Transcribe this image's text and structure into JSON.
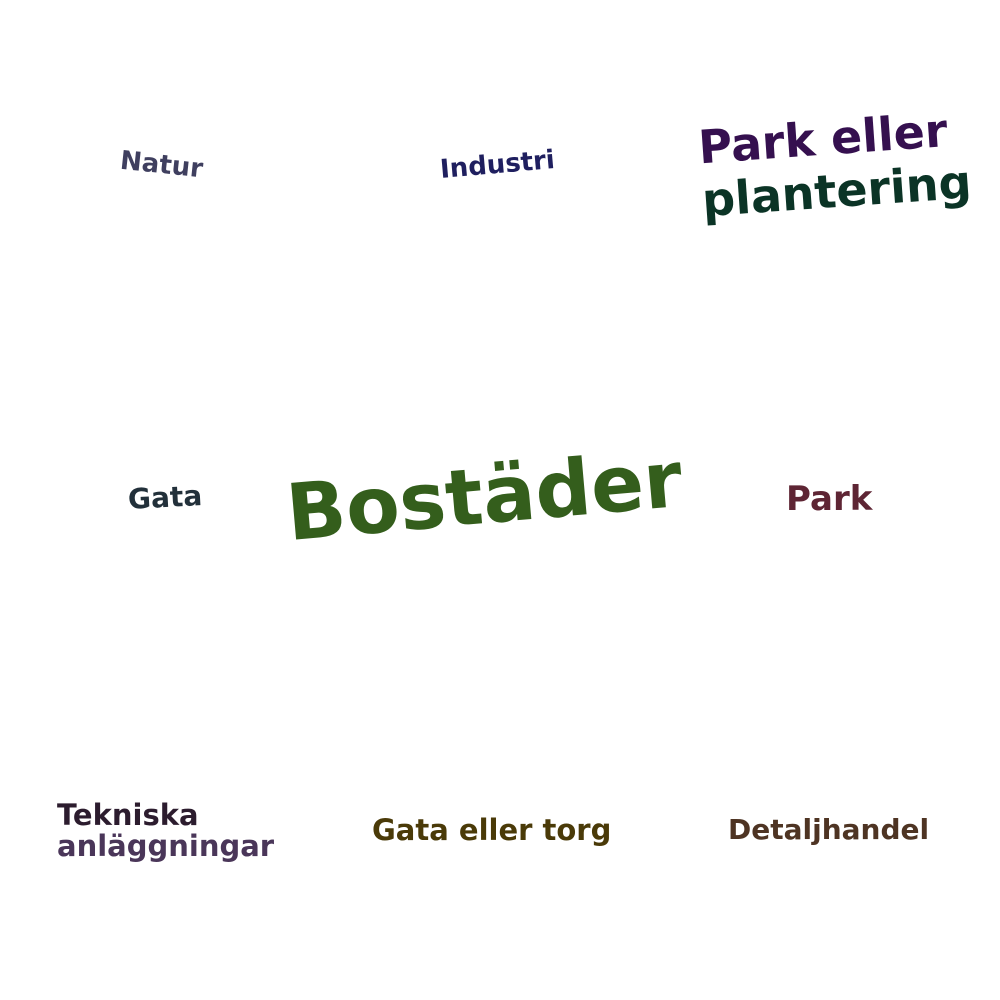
{
  "words": {
    "natur": {
      "text": "Natur",
      "color": "#3f3f5f"
    },
    "industri": {
      "text": "Industri",
      "color": "#1f1f5f"
    },
    "park_eller": {
      "text": "Park eller",
      "color": "#35104f"
    },
    "plantering": {
      "text": "plantering",
      "color": "#0b3426"
    },
    "gata": {
      "text": "Gata",
      "color": "#22303a"
    },
    "bostader": {
      "text": "Bostäder",
      "color": "#345e1c"
    },
    "park": {
      "text": "Park",
      "color": "#5e2534"
    },
    "tekniska": {
      "text": "Tekniska",
      "color": "#2c1c2e"
    },
    "anlaggningar": {
      "text": "anläggningar",
      "color": "#4a3659"
    },
    "gata_eller_torg": {
      "text": "Gata eller torg",
      "color": "#4a3a08"
    },
    "detaljhandel": {
      "text": "Detaljhandel",
      "color": "#4e3423"
    }
  }
}
